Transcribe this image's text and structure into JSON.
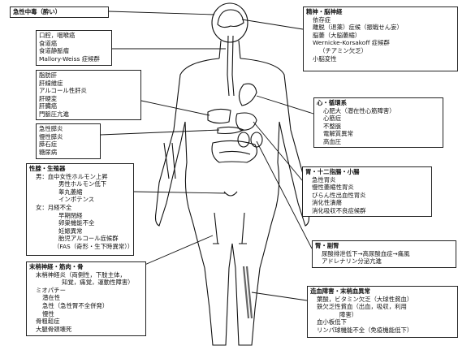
{
  "boxes": {
    "acute": {
      "title": "急性中毒（酔い）",
      "lines": []
    },
    "mouth": {
      "title": "",
      "lines": [
        "口腔，咽喉癌",
        "食道癌",
        "食道静脈瘤",
        "Mallory-Weiss 症候群"
      ]
    },
    "liver": {
      "title": "",
      "lines": [
        "脂肪肝",
        "肝線維症",
        "アルコール性肝炎",
        "肝硬変",
        "肝臓癌",
        "門脈圧亢進"
      ]
    },
    "pancreas": {
      "title": "",
      "lines": [
        "急性膵炎",
        "慢性膵炎",
        "膵石症",
        "糖尿病"
      ]
    },
    "sexual": {
      "title": "性腺・生殖器",
      "lines": [
        {
          "t": "男：血中女性ホルモン上昇",
          "i": 1
        },
        {
          "t": "男性ホルモン低下",
          "i": 2
        },
        {
          "t": "睾丸萎縮",
          "i": 2
        },
        {
          "t": "インポテンス",
          "i": 2
        },
        {
          "t": "女：月経不全",
          "i": 1
        },
        {
          "t": "早期閉経",
          "i": 2
        },
        {
          "t": "卵巣機能不全",
          "i": 2
        },
        {
          "t": "妊娠異常",
          "i": 2
        },
        {
          "t": "胎児アルコール症候群",
          "i": 2
        },
        {
          "t": "（FAS（奇形・生下時異常））",
          "i": 2
        }
      ]
    },
    "neuro_muscle": {
      "title": "末梢神経・筋肉・骨",
      "lines": [
        {
          "t": "末梢神経炎（両側性，下肢主体，",
          "i": 1
        },
        {
          "t": "知覚，痛覚，運動性障害）",
          "i": 2
        },
        {
          "t": "ミオパチー",
          "i": 1
        },
        {
          "t": "潜在性",
          "i": 2
        },
        {
          "t": "急性（急性腎不全併発）",
          "i": 2
        },
        {
          "t": "慢性",
          "i": 2
        },
        {
          "t": "骨粗鬆症",
          "i": 1
        },
        {
          "t": "大腿骨頭壊死",
          "i": 1
        }
      ]
    },
    "mental": {
      "title": "精神・脳神経",
      "lines": [
        {
          "t": "依存症",
          "i": 1
        },
        {
          "t": "離脱（退薬）症候（振戦せん妄）",
          "i": 1
        },
        {
          "t": "脳萎（大脳萎縮）",
          "i": 1
        },
        {
          "t": "Wernicke-Korsakoff 症候群",
          "i": 1
        },
        {
          "t": "（チアミン欠乏）",
          "i": 2
        },
        {
          "t": "小脳変性",
          "i": 1
        }
      ]
    },
    "heart": {
      "title": "心・循環系",
      "lines": [
        {
          "t": "心肥大（潜在性心筋障害）",
          "i": 1
        },
        {
          "t": "心筋症",
          "i": 1
        },
        {
          "t": "不整脈",
          "i": 1
        },
        {
          "t": "電解質異常",
          "i": 1
        },
        {
          "t": "高血圧",
          "i": 1
        }
      ]
    },
    "stomach": {
      "title": "胃・十二指腸・小腸",
      "lines": [
        {
          "t": "急性胃炎",
          "i": 1
        },
        {
          "t": "慢性萎縮性胃炎",
          "i": 1
        },
        {
          "t": "びらん性出血性胃炎",
          "i": 1
        },
        {
          "t": "消化性潰瘍",
          "i": 1
        },
        {
          "t": "消化吸収不良症候群",
          "i": 1
        }
      ]
    },
    "kidney": {
      "title": "腎・副腎",
      "lines": [
        {
          "t": "尿酸排泄低下→高尿酸血症→痛風",
          "i": 1
        },
        {
          "t": "アドレナリン分泌亢進",
          "i": 1
        }
      ]
    },
    "blood": {
      "title": "造血障害・末梢血異常",
      "lines": [
        {
          "t": "葉酸，ビタミン欠乏（大球性貧血）",
          "i": 1
        },
        {
          "t": "鉄欠乏性貧血（出血，吸収，利用",
          "i": 1
        },
        {
          "t": "障害）",
          "i": 2
        },
        {
          "t": "血小板低下",
          "i": 1
        },
        {
          "t": "リンパ球機能不全（免疫機能低下）",
          "i": 1
        }
      ]
    }
  }
}
